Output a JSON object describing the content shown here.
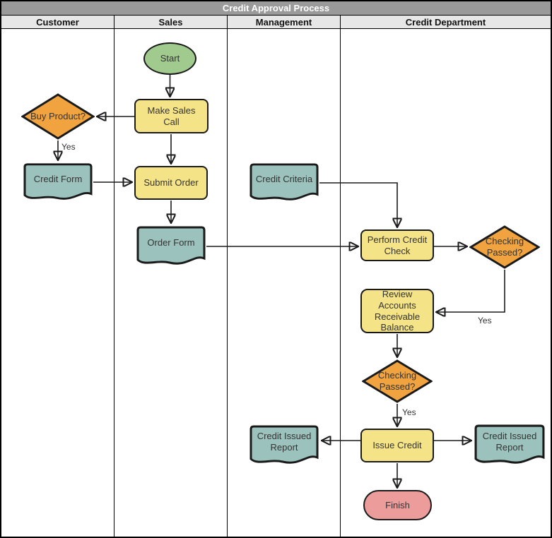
{
  "palette": {
    "title_bar_bg": "#9a9a9a",
    "title_text": "#ffffff",
    "lane_header_bg": "#e7e7e7",
    "border": "#000000",
    "stroke": "#1a1a1a",
    "text": "#333333",
    "process_fill": "#f5e487",
    "decision_fill": "#f0a33e",
    "document_fill": "#9cc2bd",
    "start_fill": "#a1ca8e",
    "finish_fill": "#ec9d9b"
  },
  "diagram": {
    "type": "swimlane-flowchart",
    "title": "Credit Approval Process",
    "lanes": [
      {
        "label": "Customer"
      },
      {
        "label": "Sales"
      },
      {
        "label": "Management"
      },
      {
        "label": "Credit Department"
      }
    ],
    "nodes": {
      "start": {
        "label": "Start",
        "type": "start",
        "lane": "Sales"
      },
      "make_sales_call": {
        "label": "Make Sales Call",
        "type": "process",
        "lane": "Sales"
      },
      "buy_product": {
        "label": "Buy Product?",
        "type": "decision",
        "lane": "Customer"
      },
      "credit_form": {
        "label": "Credit Form",
        "type": "document",
        "lane": "Customer"
      },
      "submit_order": {
        "label": "Submit Order",
        "type": "process",
        "lane": "Sales"
      },
      "order_form": {
        "label": "Order Form",
        "type": "document",
        "lane": "Sales"
      },
      "credit_criteria": {
        "label": "Credit Criteria",
        "type": "document",
        "lane": "Management"
      },
      "perform_credit_check": {
        "label": "Perform Credit Check",
        "type": "process",
        "lane": "Credit Department"
      },
      "checking_passed_1": {
        "label": "Checking Passed?",
        "type": "decision",
        "lane": "Credit Department"
      },
      "review_accounts": {
        "label": "Review Accounts Receivable Balance",
        "type": "process",
        "lane": "Credit Department"
      },
      "checking_passed_2": {
        "label": "Checking Passed?",
        "type": "decision",
        "lane": "Credit Department"
      },
      "issue_credit": {
        "label": "Issue Credit",
        "type": "process",
        "lane": "Credit Department"
      },
      "credit_issued_report_left": {
        "label": "Credit Issued Report",
        "type": "document",
        "lane": "Management"
      },
      "credit_issued_report_right": {
        "label": "Credit Issued Report",
        "type": "document",
        "lane": "Credit Department"
      },
      "finish": {
        "label": "Finish",
        "type": "finish",
        "lane": "Credit Department"
      }
    },
    "edge_labels": {
      "buy_product_yes": "Yes",
      "checking1_yes": "Yes",
      "checking2_yes": "Yes"
    },
    "edges": [
      "start -> make_sales_call",
      "make_sales_call -> buy_product",
      "buy_product -> credit_form (Yes)",
      "credit_form -> submit_order",
      "make_sales_call -> submit_order",
      "submit_order -> order_form",
      "order_form -> perform_credit_check",
      "credit_criteria -> perform_credit_check",
      "perform_credit_check -> checking_passed_1",
      "checking_passed_1 -> review_accounts (Yes)",
      "review_accounts -> checking_passed_2",
      "checking_passed_2 -> issue_credit (Yes)",
      "issue_credit -> credit_issued_report_left",
      "issue_credit -> credit_issued_report_right",
      "issue_credit -> finish"
    ]
  }
}
